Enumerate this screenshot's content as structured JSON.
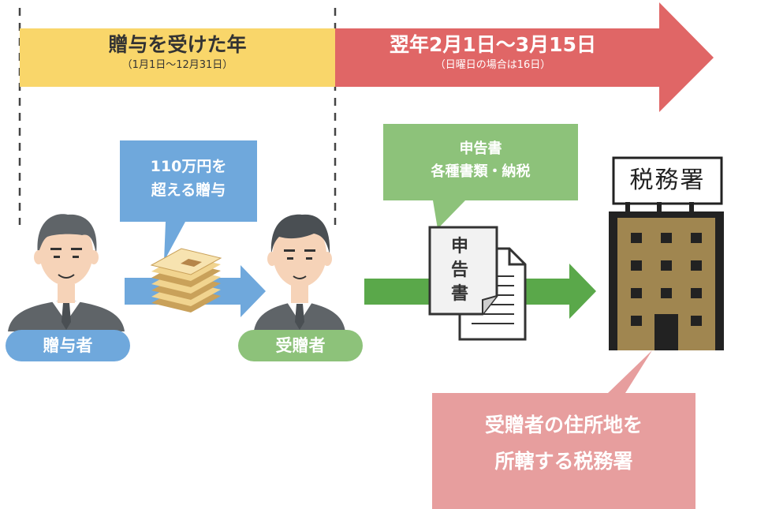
{
  "timeline": {
    "year_title": "贈与を受けた年",
    "year_sub": "（1月1日～12月31日）",
    "deadline_title": "翌年2月1日～3月15日",
    "deadline_sub": "（日曜日の場合は16日）"
  },
  "gift_bubble": {
    "line1": "110万円を",
    "line2": "超える贈与"
  },
  "giver_label": "贈与者",
  "receiver_label": "受贈者",
  "docs_bubble": {
    "line1": "申告書",
    "line2": "各種書類・納税"
  },
  "document": {
    "c1": "申",
    "c2": "告",
    "c3": "書"
  },
  "office_sign": "税務署",
  "office_bubble": {
    "line1": "受贈者の住所地を",
    "line2": "所轄する税務署"
  },
  "colors": {
    "yellow": "#f9d66a",
    "red": "#e06666",
    "blue": "#6fa8dc",
    "green": "#8dc27a",
    "dark_green": "#5aa84a",
    "pink": "#e79e9e",
    "brown": "#a08650",
    "person_gray": "#5f6468"
  }
}
